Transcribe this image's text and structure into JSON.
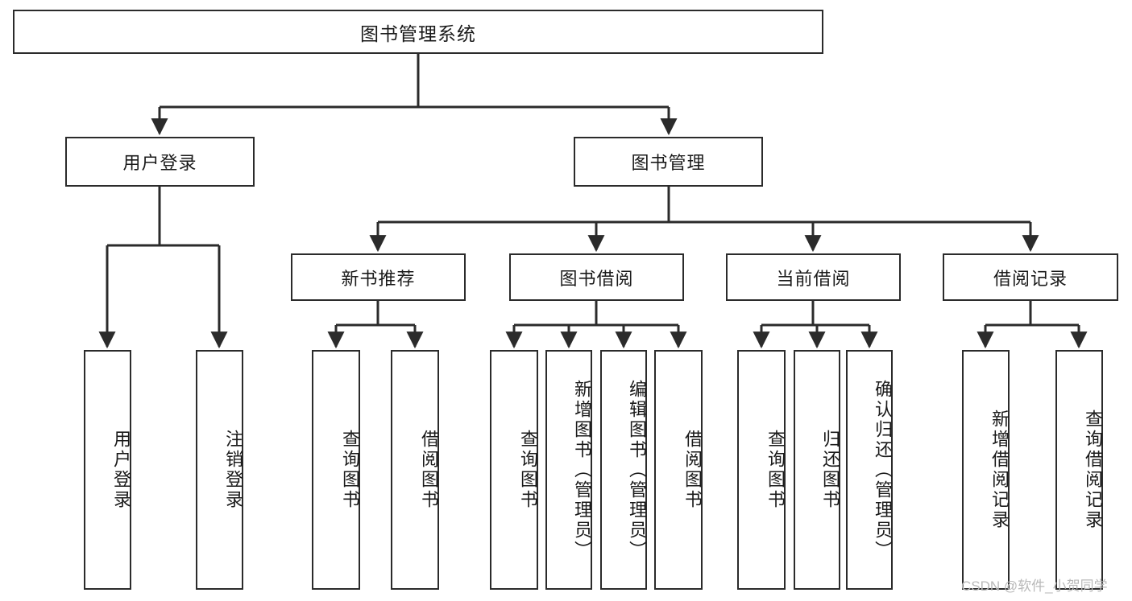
{
  "diagram": {
    "title": "图书管理系统",
    "type": "hierarchy-tree",
    "watermark": "CSDN @软件_小贺同学",
    "line_color": "#2b2b2b",
    "box_fill": "#ffffff",
    "text_color": "#1a1a1a"
  },
  "root": {
    "label": "图书管理系统"
  },
  "level2": [
    {
      "label": "用户登录"
    },
    {
      "label": "图书管理"
    }
  ],
  "level3": [
    {
      "label": "新书推荐"
    },
    {
      "label": "图书借阅"
    },
    {
      "label": "当前借阅"
    },
    {
      "label": "借阅记录"
    }
  ],
  "leaves": {
    "user_login": [
      {
        "label": "用户登录"
      },
      {
        "label": "注销登录"
      }
    ],
    "new_book_recommend": [
      {
        "label": "查询图书"
      },
      {
        "label": "借阅图书"
      }
    ],
    "book_borrow": [
      {
        "label": "查询图书"
      },
      {
        "label": "新增图书（管理员）"
      },
      {
        "label": "编辑图书（管理员）"
      },
      {
        "label": "借阅图书"
      }
    ],
    "current_borrow": [
      {
        "label": "查询图书"
      },
      {
        "label": "归还图书"
      },
      {
        "label": "确认归还（管理员）"
      }
    ],
    "borrow_record": [
      {
        "label": "新增借阅记录"
      },
      {
        "label": "查询借阅记录"
      }
    ]
  }
}
